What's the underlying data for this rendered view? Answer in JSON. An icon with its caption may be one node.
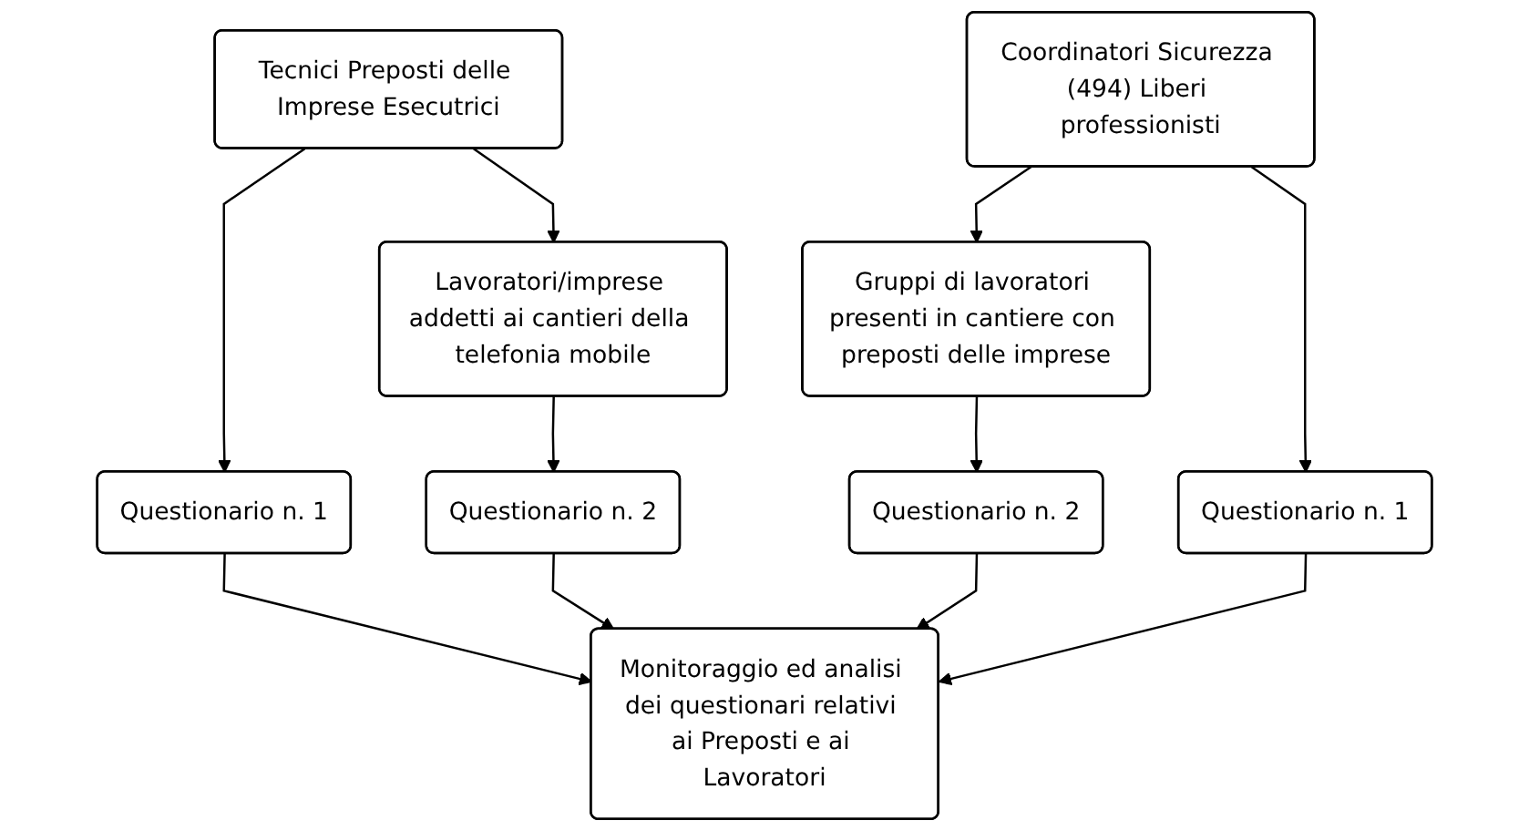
{
  "diagram": {
    "nodes": [
      {
        "text": [
          "Questionario n. 1"
        ]
      },
      {
        "text": [
          "Tecnici Preposti delle Imprese Esecutrici"
        ]
      },
      {
        "text": [
          "Coordinatori Sicurezza (494) Liberi professionisti"
        ]
      },
      {
        "text": [
          "Questionario n. 1"
        ]
      },
      {
        "text": [
          "Questionario n. 2"
        ]
      },
      {
        "text": [
          "Lavoratori/imprese addetti ai cantieri della telefonia mobile"
        ]
      },
      {
        "text": [
          "Gruppi di lavoratori presenti in cantiere con preposti delle imprese"
        ]
      },
      {
        "text": [
          "Questionario n. 2"
        ]
      },
      {
        "text": [
          "Monitoraggio ed analisi dei questionari relativi ai Preposti e ai Lavoratori"
        ]
      }
    ],
    "edges": [
      {
        "from": 1,
        "to": 0,
        "arrow": "to"
      },
      {
        "from": 2,
        "to": 3,
        "arrow": "to"
      },
      {
        "from": 1,
        "to": 5,
        "arrow": "to"
      },
      {
        "from": 2,
        "to": 6,
        "arrow": "to"
      },
      {
        "from": 5,
        "to": 4,
        "arrow": "to"
      },
      {
        "from": 6,
        "to": 7,
        "arrow": "to"
      },
      {
        "from": 0,
        "to": 8,
        "arrow": "to"
      },
      {
        "from": 4,
        "to": 8,
        "arrow": "to"
      },
      {
        "from": 7,
        "to": 8,
        "arrow": "to"
      },
      {
        "from": 3,
        "to": 8,
        "arrow": "to"
      }
    ]
  }
}
